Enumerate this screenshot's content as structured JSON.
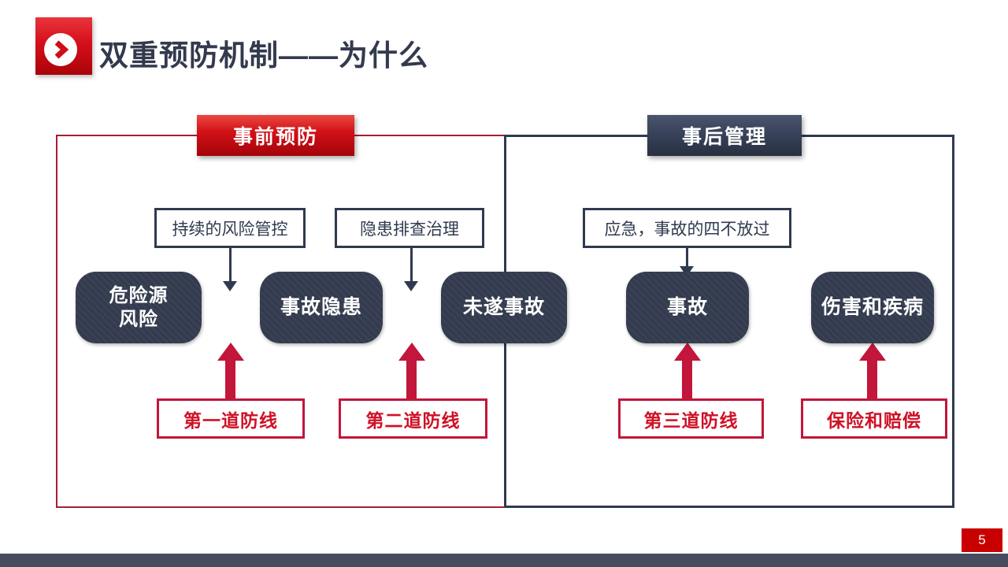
{
  "slide": {
    "title": "双重预防机制——为什么",
    "page_number": "5"
  },
  "panels": {
    "left_header": "事前预防",
    "right_header": "事后管理"
  },
  "labels": {
    "risk_control": "持续的风险管控",
    "hazard_inspection": "隐患排查治理",
    "emergency": "应急，事故的四不放过"
  },
  "nodes": {
    "hazard_risk": "危险源\n风险",
    "accident_hazard": "事故隐患",
    "near_miss": "未遂事故",
    "accident": "事故",
    "injury_disease": "伤害和疾病"
  },
  "defense_lines": {
    "first": "第一道防线",
    "second": "第二道防线",
    "third": "第三道防线",
    "insurance": "保险和赔偿"
  },
  "colors": {
    "accent_red": "#d50f1b",
    "crimson": "#c2163a",
    "dark_navy": "#2f3a4e",
    "node_fill": "#343b4e",
    "footer_bar": "#464c5e",
    "page_badge": "#c90000"
  }
}
